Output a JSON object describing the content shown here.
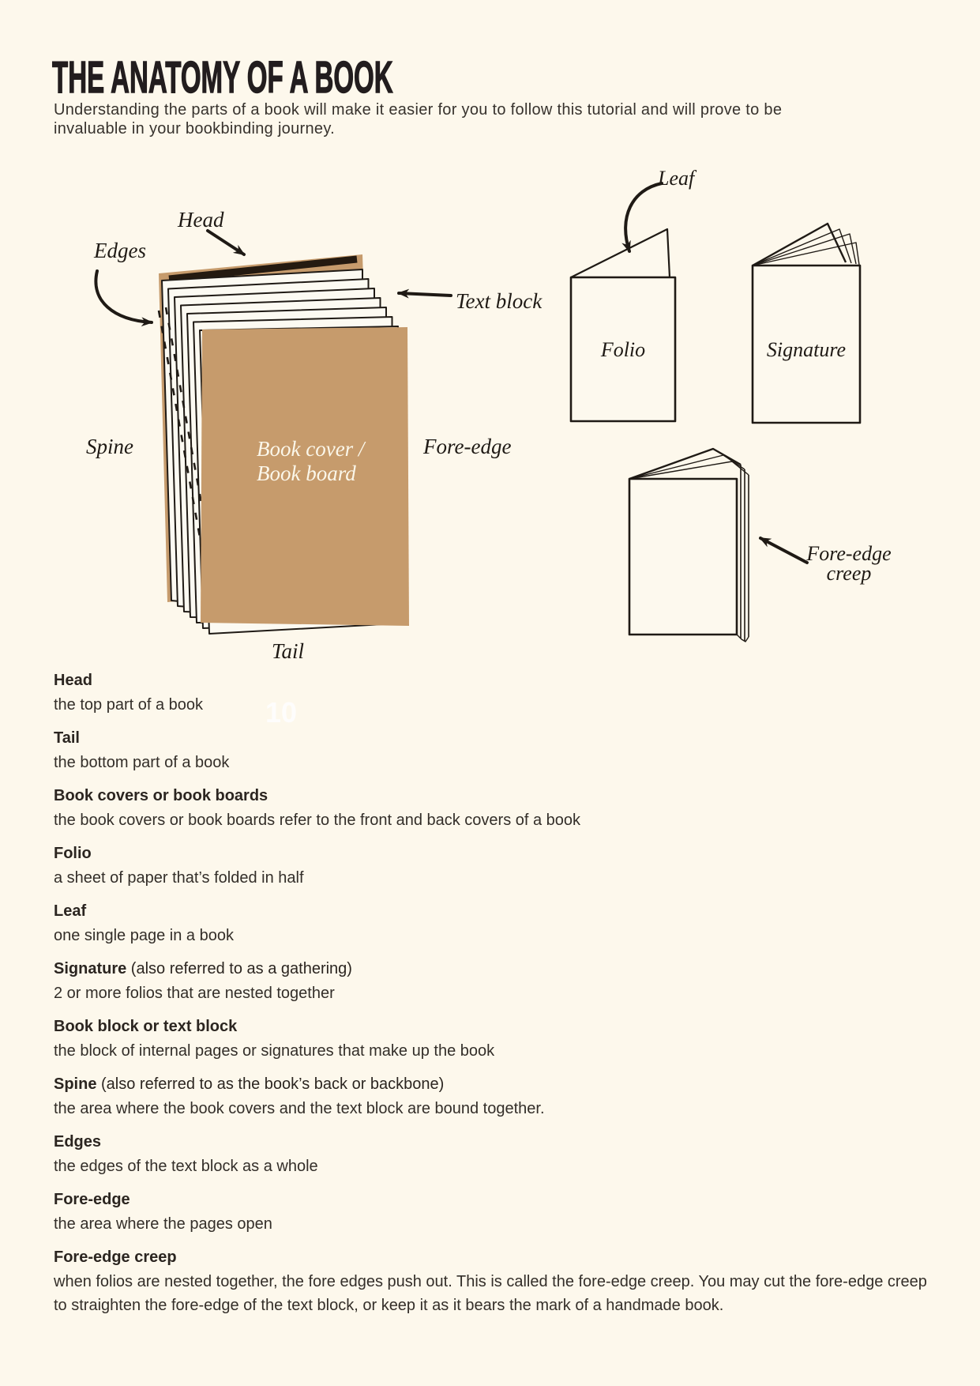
{
  "page": {
    "title": "THE ANATOMY OF A BOOK",
    "intro": "Understanding the parts of a book will make it easier for you to follow this tutorial and will prove to be invaluable in your bookbinding journey.",
    "watermark": "10"
  },
  "colors": {
    "background": "#FDF8EC",
    "book_cover_tan": "#C69B6C",
    "ink": "#1F1A15",
    "cover_label_text": "#FBF7EA"
  },
  "diagram": {
    "main_book_labels": {
      "head": "Head",
      "edges": "Edges",
      "text_block": "Text block",
      "spine": "Spine",
      "fore_edge": "Fore-edge",
      "tail": "Tail",
      "cover_line1": "Book cover /",
      "cover_line2": "Book board"
    },
    "folio_label": "Folio",
    "leaf_label": "Leaf",
    "signature_label": "Signature",
    "fore_edge_creep_line1": "Fore-edge",
    "fore_edge_creep_line2": "creep"
  },
  "glossary": [
    {
      "term": "Head",
      "suffix": "",
      "definition": "the top part of a book"
    },
    {
      "term": "Tail",
      "suffix": "",
      "definition": "the bottom part of a book"
    },
    {
      "term": "Book covers or book boards",
      "suffix": "",
      "definition": "the book covers or book boards refer to the front and back covers of a book"
    },
    {
      "term": "Folio",
      "suffix": "",
      "definition": "a sheet of paper that’s folded in half"
    },
    {
      "term": "Leaf",
      "suffix": "",
      "definition": "one single page in a book"
    },
    {
      "term": "Signature",
      "suffix": " (also referred to as a gathering)",
      "definition": "2 or more folios that are nested together"
    },
    {
      "term": "Book block or text block",
      "suffix": "",
      "definition": "the block of internal pages or signatures that make up the book"
    },
    {
      "term": "Spine",
      "suffix": " (also referred to as the book’s back or backbone)",
      "definition": "the area where the book covers and the text block are bound together."
    },
    {
      "term": "Edges",
      "suffix": "",
      "definition": "the edges of the text block as a whole"
    },
    {
      "term": "Fore-edge",
      "suffix": "",
      "definition": "the area where the pages open"
    },
    {
      "term": "Fore-edge creep",
      "suffix": "",
      "definition": "when folios are nested together, the fore edges push out. This is called the fore-edge creep. You may cut the fore-edge creep to straighten the fore-edge of the text block, or keep it as it bears the mark of a handmade book."
    }
  ]
}
